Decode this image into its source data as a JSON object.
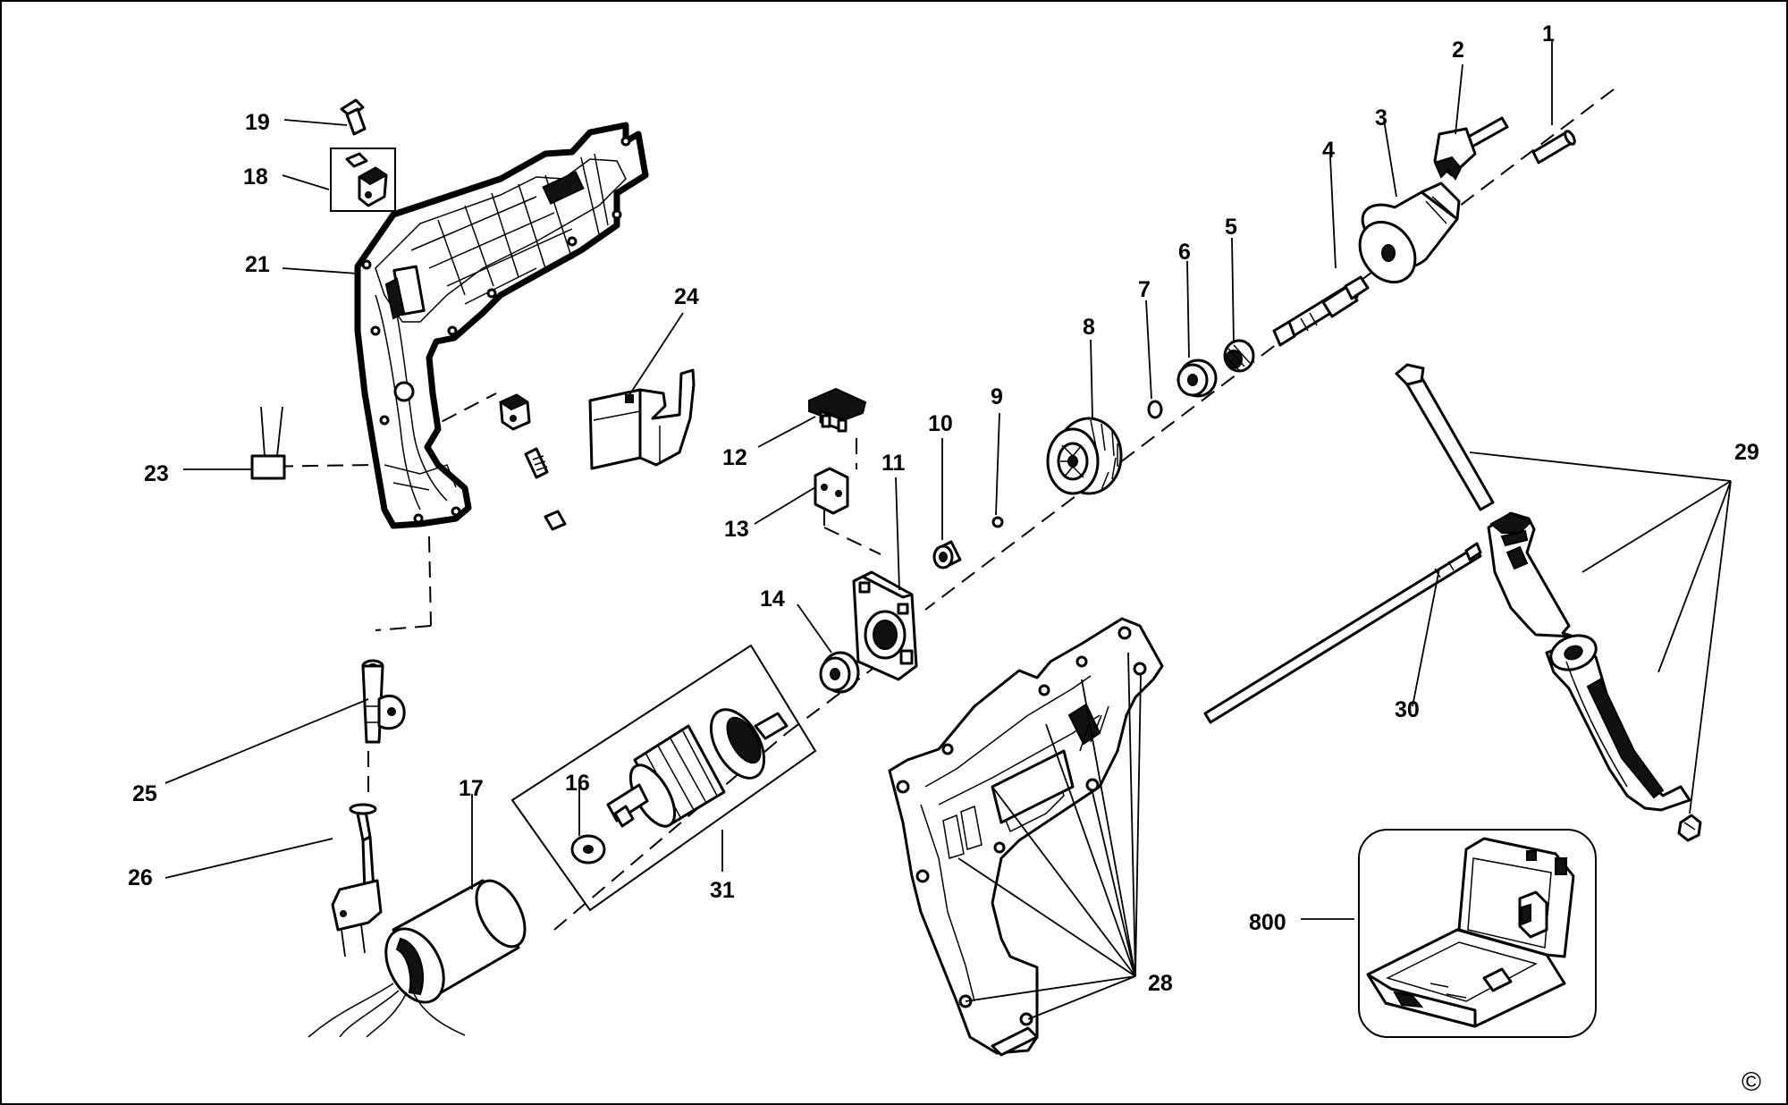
{
  "diagram": {
    "labels": {
      "1": "1",
      "2": "2",
      "3": "3",
      "4": "4",
      "5": "5",
      "6": "6",
      "7": "7",
      "8": "8",
      "9": "9",
      "10": "10",
      "11": "11",
      "12": "12",
      "13": "13",
      "14": "14",
      "16": "16",
      "17": "17",
      "18": "18",
      "19": "19",
      "21": "21",
      "23": "23",
      "24": "24",
      "25": "25",
      "26": "26",
      "28": "28",
      "29": "29",
      "30": "30",
      "31": "31",
      "800": "800"
    },
    "copyright_mark": "©"
  }
}
